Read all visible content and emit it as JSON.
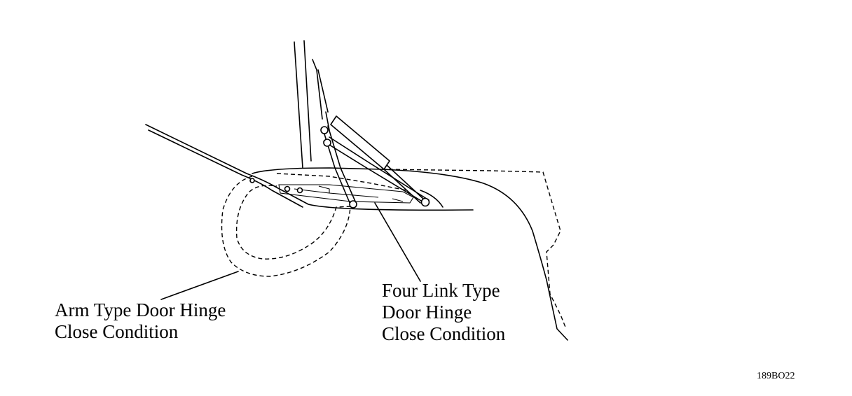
{
  "labels": {
    "arm_type": [
      "Arm Type Door Hinge",
      "Close Condition"
    ],
    "four_link_type": [
      "Four Link Type",
      "Door Hinge",
      "Close Condition"
    ]
  },
  "figure_code": "189BO22",
  "colors": {
    "line": "#000000",
    "background": "#ffffff"
  }
}
